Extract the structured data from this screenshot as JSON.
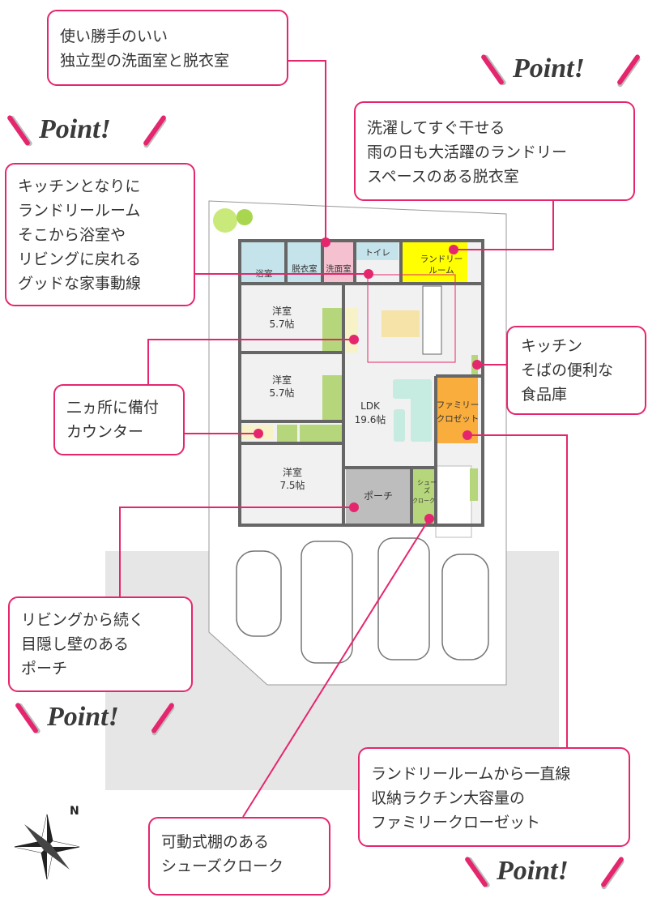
{
  "callouts": {
    "washroom": [
      "使い勝手のいい",
      "独立型の洗面室と脱衣室"
    ],
    "laundry_dressing": [
      "洗濯してすぐ干せる",
      "雨の日も大活躍のランドリー",
      "スペースのある脱衣室"
    ],
    "kitchen_flow": [
      "キッチンとなりに",
      "ランドリールーム",
      "そこから浴室や",
      "リビングに戻れる",
      "グッドな家事動線"
    ],
    "pantry": [
      "キッチン",
      "そばの便利な",
      "食品庫"
    ],
    "counter": [
      "二ヵ所に備付",
      "カウンター"
    ],
    "porch": [
      "リビングから続く",
      "目隠し壁のある",
      "ポーチ"
    ],
    "family_closet": [
      "ランドリールームから一直線",
      "収納ラクチン大容量の",
      "ファミリークローゼット"
    ],
    "shoes": [
      "可動式棚のある",
      "シューズクローク"
    ]
  },
  "point_label": "Point!",
  "rooms": {
    "bath": "浴室",
    "dressing": "脱衣室",
    "washroom": "洗面室",
    "toilet": "トイレ",
    "laundry": [
      "ランドリー",
      "ルーム"
    ],
    "western1": [
      "洋室",
      "5.7帖"
    ],
    "western2": [
      "洋室",
      "5.7帖"
    ],
    "western3": [
      "洋室",
      "7.5帖"
    ],
    "ldk": [
      "LDK",
      "19.6帖"
    ],
    "family_closet": [
      "ファミリー",
      "クロゼット"
    ],
    "porch": "ポーチ",
    "shoes_closet": [
      "シュー",
      "ズ",
      "クローク"
    ]
  },
  "compass_label": "N",
  "colors": {
    "accent": "#e5266e",
    "bath": "#c5e3ea",
    "washroom": "#f5c0d0",
    "laundry": "#ffff00",
    "closet": "#b5d67a",
    "family_closet": "#f9ad3c",
    "porch": "#bdbdbd"
  }
}
